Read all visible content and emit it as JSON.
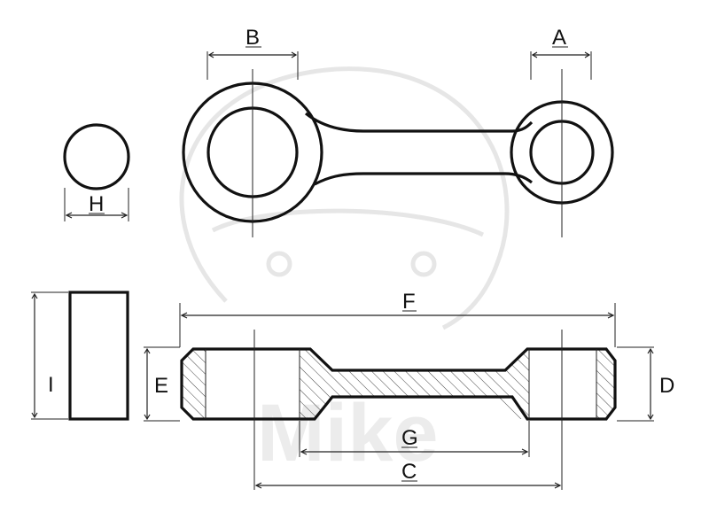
{
  "watermark": {
    "text": "Mike"
  },
  "labels": {
    "A": "A",
    "B": "B",
    "C": "C",
    "D": "D",
    "E": "E",
    "F": "F",
    "G": "G",
    "H": "H",
    "I": "I"
  },
  "colors": {
    "line": "#111111",
    "hatch": "#444444",
    "watermark": "#e6e6e6",
    "background": "#ffffff"
  }
}
